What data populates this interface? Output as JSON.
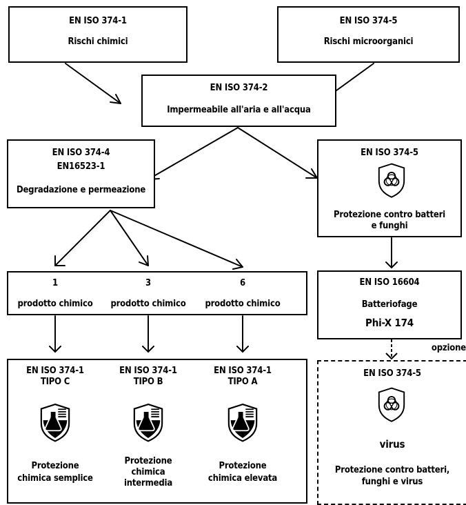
{
  "box1": {
    "title": "EN ISO 374-1",
    "subtitle": "Rischi chimici"
  },
  "box2": {
    "title": "EN ISO 374-5",
    "subtitle": "Rischi microorganici"
  },
  "box3": {
    "title": "EN ISO 374-2",
    "subtitle": "Impermeabile all'aria e all'acqua"
  },
  "box4": {
    "title": "EN ISO 374-4",
    "title2": "EN16523-1",
    "subtitle": "Degradazione e permeazione"
  },
  "box5": {
    "title": "EN ISO 374-5",
    "icon": "biohazard-shield-icon",
    "line1": "Protezione contro batteri",
    "line2": "e funghi"
  },
  "levels": {
    "items": [
      {
        "number": "1",
        "label": "prodotto chimico"
      },
      {
        "number": "3",
        "label": "prodotto chimico"
      },
      {
        "number": "6",
        "label": "prodotto chimico"
      }
    ]
  },
  "box7": {
    "title": "EN ISO 16604",
    "subtitle": "Batteriofage",
    "value": "Phi-X 174"
  },
  "option_label": "opzione",
  "types": {
    "items": [
      {
        "title": "EN ISO 374-1",
        "type": "TIPO C",
        "icon": "chemical-flask-shield-icon",
        "line1": "Protezione",
        "line2": "chimica semplice",
        "line3": ""
      },
      {
        "title": "EN ISO 374-1",
        "type": "TIPO B",
        "icon": "chemical-flask-shield-icon",
        "line1": "Protezione",
        "line2": "chimica",
        "line3": "intermedia"
      },
      {
        "title": "EN ISO 374-1",
        "type": "TIPO A",
        "icon": "chemical-flask-shield-icon",
        "line1": "Protezione",
        "line2": "chimica elevata",
        "line3": ""
      }
    ]
  },
  "box9": {
    "title": "EN ISO 374-5",
    "icon": "biohazard-shield-icon",
    "virus": "virus",
    "line1": "Protezione contro batteri,",
    "line2": "funghi e virus"
  }
}
